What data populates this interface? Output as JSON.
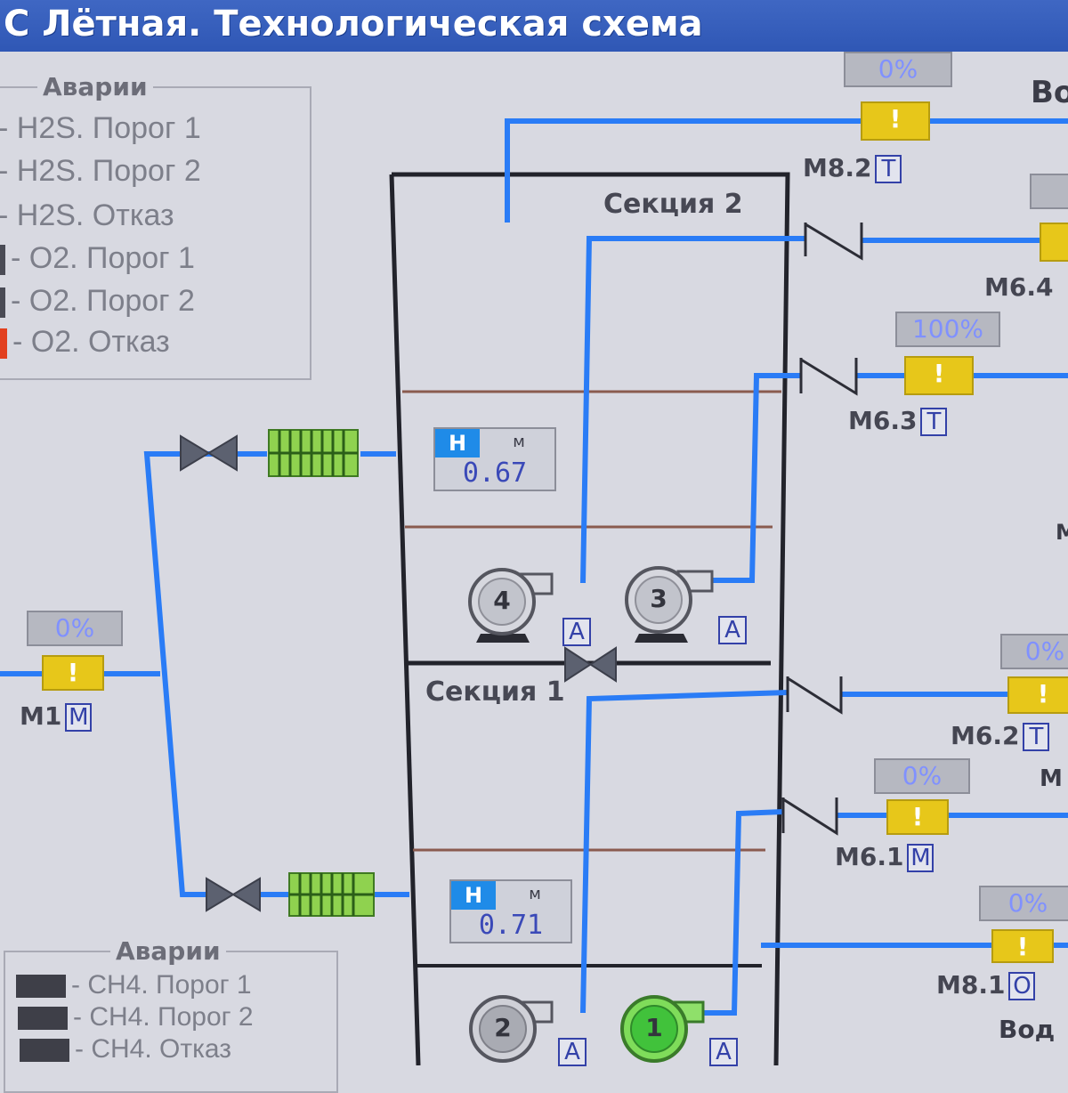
{
  "window": {
    "title": "С Лётная. Технологическая схема"
  },
  "colors": {
    "pipe": "#2a7cf6",
    "warning": "#e7c71a",
    "level_header": "#1f8be8",
    "pump_running": "#41c23b",
    "alarm_red": "#e2401f"
  },
  "legend_top": {
    "title": "Аварии",
    "items": [
      {
        "label": "- H2S. Порог 1"
      },
      {
        "label": "- H2S. Порог 2"
      },
      {
        "label": "- H2S. Отказ"
      },
      {
        "label": "- O2. Порог 1"
      },
      {
        "label": "- O2. Порог 2"
      },
      {
        "label": "- O2. Отказ"
      }
    ]
  },
  "legend_bottom": {
    "title": "Аварии",
    "items": [
      {
        "label": "- CH4. Порог 1"
      },
      {
        "label": "- CH4. Порог 2"
      },
      {
        "label": "- CH4. Отказ"
      }
    ]
  },
  "sections": {
    "upper": "Секция 2",
    "lower": "Секция 1"
  },
  "levels": [
    {
      "header": "Н",
      "unit": "м",
      "value": "0.67"
    },
    {
      "header": "Н",
      "unit": "м",
      "value": "0.71"
    }
  ],
  "pumps": [
    {
      "number": "4",
      "mode": "А",
      "running": false
    },
    {
      "number": "3",
      "mode": "А",
      "running": false
    },
    {
      "number": "2",
      "mode": "А",
      "running": false
    },
    {
      "number": "1",
      "mode": "А",
      "running": true
    }
  ],
  "dampers": [
    {
      "id": "M8.2",
      "name": "M8.2",
      "mode": "T",
      "percent": "0%",
      "warning": "!"
    },
    {
      "id": "M6.4",
      "name": "M6.4",
      "mode": "",
      "percent": "",
      "warning": ""
    },
    {
      "id": "M6.3",
      "name": "M6.3",
      "mode": "T",
      "percent": "100%",
      "warning": "!"
    },
    {
      "id": "M1",
      "name": "M1",
      "mode": "M",
      "percent": "0%",
      "warning": "!"
    },
    {
      "id": "M6.2",
      "name": "M6.2",
      "mode": "T",
      "percent": "0%",
      "warning": "!"
    },
    {
      "id": "M6.1",
      "name": "M6.1",
      "mode": "M",
      "percent": "0%",
      "warning": "!"
    },
    {
      "id": "M8.1",
      "name": "M8.1",
      "mode": "O",
      "percent": "0%",
      "warning": "!"
    }
  ],
  "edge_labels": {
    "top_right": "Во",
    "bottom_right": "Вод",
    "right_m1": "M",
    "right_m2": "M"
  }
}
